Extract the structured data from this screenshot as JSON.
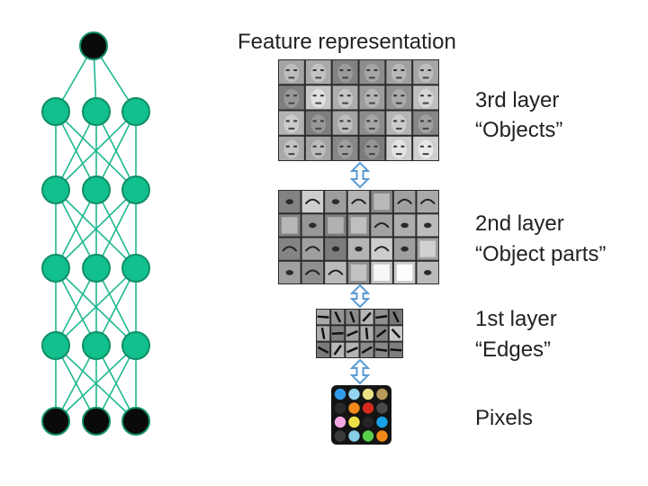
{
  "title": "Feature representation",
  "layers": [
    {
      "name": "3rd layer",
      "desc": "“Objects”"
    },
    {
      "name": "2nd layer",
      "desc": "“Object parts”"
    },
    {
      "name": "1st layer",
      "desc": "“Edges”"
    },
    {
      "name": "Pixels"
    }
  ],
  "network": {
    "layer_sizes": [
      1,
      3,
      3,
      3,
      3,
      3
    ],
    "node_color": "#11c08c",
    "node_stroke": "#0f8e68",
    "terminal_color": "#0a0a0a",
    "edge_color": "#1fb890"
  },
  "arrow_color": "#5b9bd5",
  "pixel_colors": [
    "#2f9be8",
    "#94d4ee",
    "#e8e082",
    "#b89a5a",
    "#2a2a2a",
    "#f08a1a",
    "#d42a1a",
    "#4a4a4a",
    "#f4a8e2",
    "#f0e048",
    "#252525",
    "#18a0e8",
    "#3a3a3a",
    "#86cde8",
    "#58d04a",
    "#f28a18"
  ]
}
